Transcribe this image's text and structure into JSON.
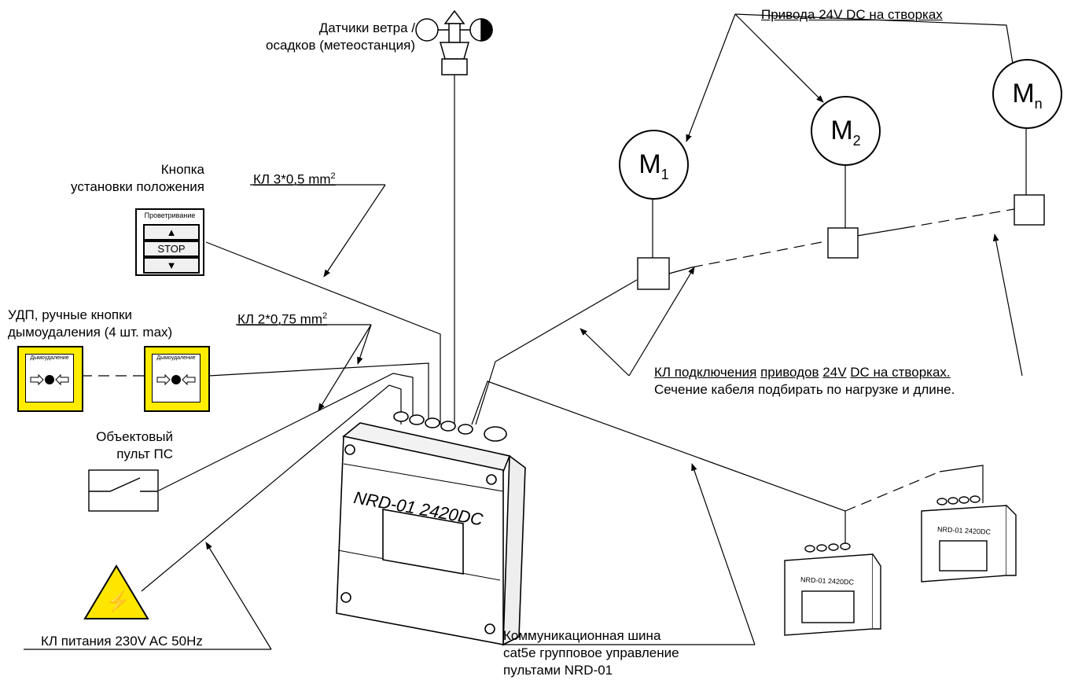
{
  "labels": {
    "weather": [
      "Датчики ветра /",
      "осадков (метеостанция)"
    ],
    "actuators": "Привода 24V DC на створках",
    "button_title": [
      "Кнопка",
      "установки положения"
    ],
    "cable_3": "КЛ 3*0,5 mm",
    "cable_3_sup": "2",
    "udp": [
      "УДП, ручные кнопки",
      "дымоудаления (4 шт. max)"
    ],
    "cable_2": "КЛ 2*0,75 mm",
    "cable_2_sup": "2",
    "fire_panel": [
      "Объектовый",
      "пульт ПС"
    ],
    "motor_cable_p1": "КЛ подключения",
    "motor_cable_p2": "приводов",
    "motor_cable_p3": "24V",
    "motor_cable_p4": "DC на створках.",
    "motor_cable_line2": "Сечение кабеля подбирать по нагрузке и длине.",
    "power": "КЛ питания 230V AC 50Hz",
    "bus": [
      "Коммуникационная шина",
      "cat5e групповое управление",
      "пультами NRD-01"
    ]
  },
  "vent_button": {
    "title": "Проветривание",
    "up_symbol": "▲",
    "stop": "STOP",
    "down_symbol": "▼"
  },
  "udp_device": {
    "title": "Дымоудаление"
  },
  "motors": [
    {
      "letter": "M",
      "index": "1"
    },
    {
      "letter": "M",
      "index": "2"
    },
    {
      "letter": "M",
      "index": "n"
    }
  ],
  "main_unit": {
    "model": "NRD-01 2420DC"
  },
  "small_unit": {
    "model": "NRD-01 2420DC"
  },
  "warning_symbol": "⚡",
  "colors": {
    "line": "#000000",
    "udp_yellow": "#ffec00",
    "warning_yellow": "#ffe600"
  }
}
